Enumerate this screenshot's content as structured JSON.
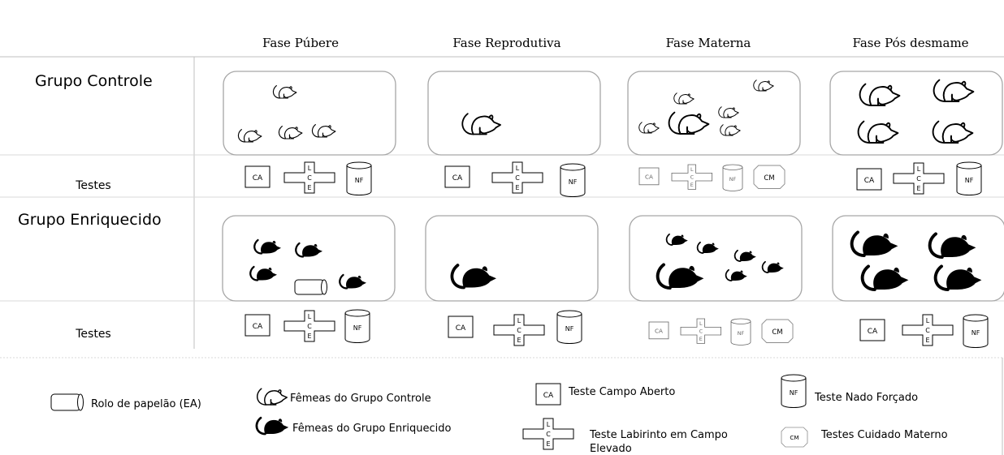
{
  "phases": [
    "Fase Púbere",
    "Fase Reprodutiva",
    "Fase Materna",
    "Fase Pós desmame"
  ],
  "groups": {
    "control": "Grupo Controle",
    "enriched": "Grupo Enriquecido"
  },
  "tests_label": "Testes",
  "test_codes": {
    "open_field": "CA",
    "maze": [
      "L",
      "C",
      "E"
    ],
    "forced_swim": "NF",
    "maternal_care": "CM"
  },
  "legend": {
    "paper_roll": "Rolo de papelão (EA)",
    "control_females": "Fêmeas do Grupo Controle",
    "enriched_females": "Fêmeas do Grupo Enriquecido",
    "open_field": "Teste Campo Aberto",
    "maze_line1": "Teste Labirinto em Campo",
    "maze_line2": "Elevado",
    "forced_swim": "Teste Nado Forçado",
    "maternal_care": "Testes Cuidado Materno"
  },
  "icons": {
    "control_rat": "rat-outline-icon",
    "enriched_rat": "rat-filled-icon",
    "paper_roll": "cylinder-roll-icon"
  },
  "colors": {
    "line": "#000000",
    "box_border": "#a6a6a6",
    "faded": "#8c8c8c"
  }
}
